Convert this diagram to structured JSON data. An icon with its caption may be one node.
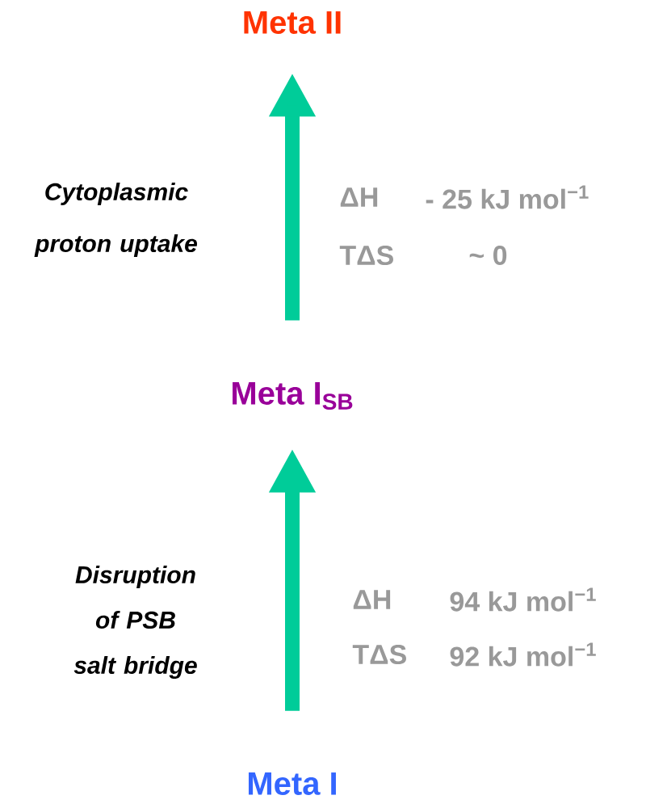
{
  "diagram": {
    "nodes": [
      {
        "text": [
          "Meta II"
        ]
      },
      {
        "text": [
          "Meta I$_{SB}$"
        ]
      },
      {
        "text": [
          "Meta I"
        ]
      }
    ],
    "edges": [
      {
        "from": 1,
        "to": 0,
        "arrow": "to"
      },
      {
        "from": 2,
        "to": 1,
        "arrow": "to"
      }
    ],
    "labels": [
      "Cytoplasmic proton uptake",
      "ΔH",
      "- 25 kJ mol$^{−1}$",
      "TΔS",
      "~ 0",
      "Disruption of PSB salt bridge",
      "ΔH",
      "94 kJ mol$^{−1}$",
      "TΔS",
      "92 kJ mol$^{−1}$"
    ]
  }
}
